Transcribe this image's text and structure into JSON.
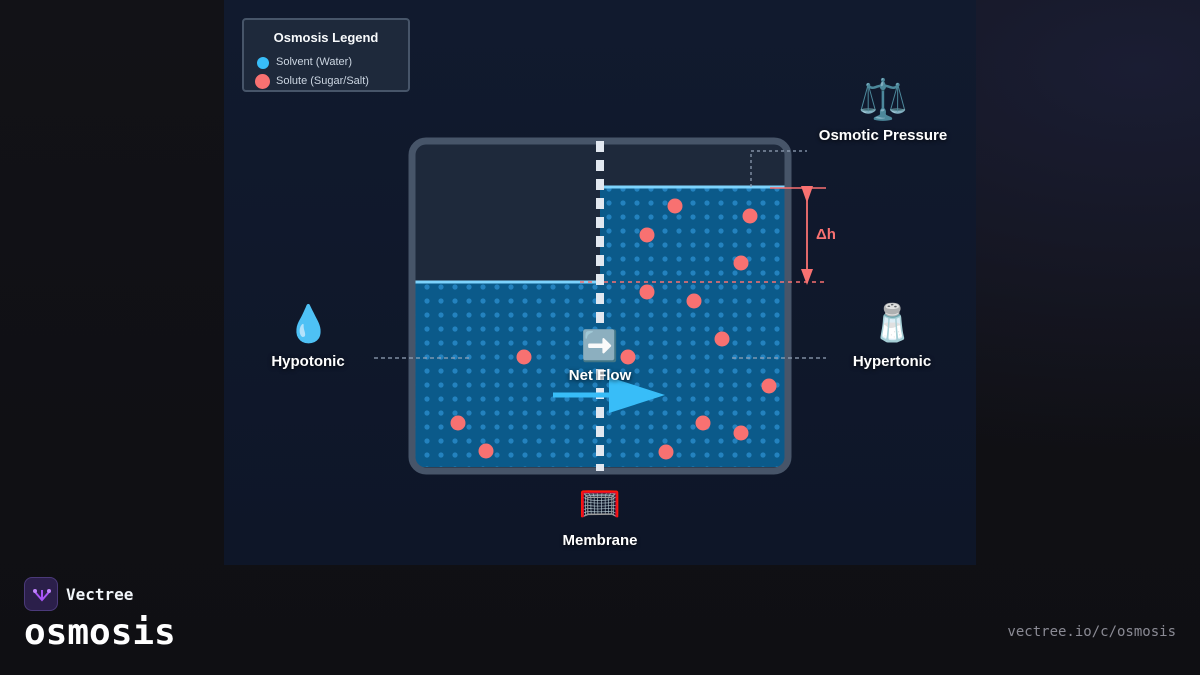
{
  "legend": {
    "title": "Osmosis Legend",
    "items": [
      {
        "label": "Solvent (Water)",
        "color": "#38bdf8"
      },
      {
        "label": "Solute (Sugar/Salt)",
        "color": "#f87171"
      }
    ]
  },
  "labels": {
    "hypotonic": "Hypotonic",
    "hypertonic": "Hypertonic",
    "membrane": "Membrane",
    "osmotic_pressure": "Osmotic Pressure",
    "net_flow": "Net Flow",
    "delta_h": "Δh"
  },
  "icons": {
    "hypotonic": "droplet-icon",
    "hypertonic": "salt-shaker-icon",
    "membrane": "net-icon",
    "osmotic_pressure": "balance-scale-icon",
    "net_flow": "right-arrow-icon"
  },
  "colors": {
    "solvent": "#38bdf8",
    "solute": "#f87171",
    "water_fill": "#0b5a8a",
    "container_border": "#475569",
    "membrane": "#e2e8f0",
    "brand_accent": "#a855f7"
  },
  "brand": {
    "name": "Vectree",
    "slug": "osmosis",
    "url": "vectree.io/c/osmosis"
  }
}
